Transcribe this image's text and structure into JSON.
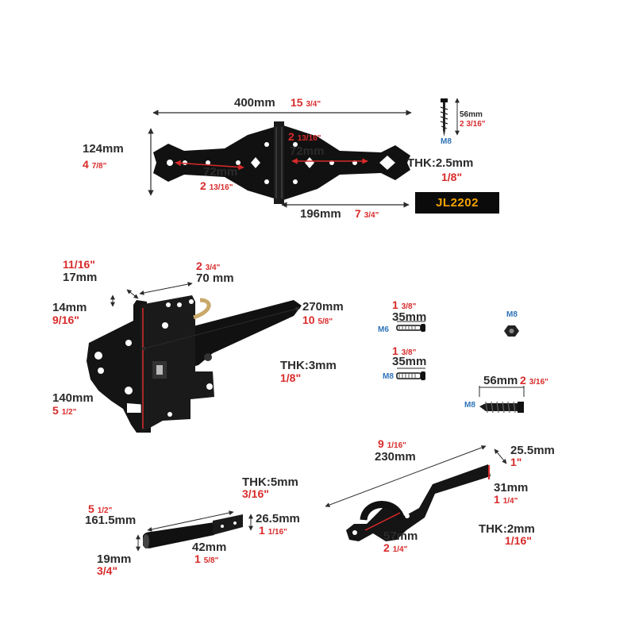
{
  "colors": {
    "dimension_black": "#2b2b2b",
    "dimension_red": "#d92b2b",
    "size_blue": "#2f73b8",
    "part_black": "#111111",
    "badge_text": "#f6a400"
  },
  "hinge": {
    "width_mm": "400mm",
    "width_in": "15",
    "width_in_frac": "3/4\"",
    "height_mm": "124mm",
    "height_in": "4",
    "height_in_frac": "7/8\"",
    "leaf_mm": "196mm",
    "leaf_in": "7",
    "leaf_in_frac": "3/4\"",
    "hole_right_in": "2",
    "hole_right_in_frac": "13/16\"",
    "hole_right_mm": "72mm",
    "hole_left_mm": "72mm",
    "hole_left_in": "2",
    "hole_left_in_frac": "13/16\"",
    "thickness_mm": "THK:2.5mm",
    "thickness_in": "1/8\"",
    "model_code": "JL2202"
  },
  "hinge_screw": {
    "length_mm": "56mm",
    "length_in": "2",
    "length_in_frac": "3/16\"",
    "size": "M8"
  },
  "latch": {
    "top_width_in": "11/16\"",
    "top_width_mm": "17mm",
    "bar_span_in": "2",
    "bar_span_in_frac": "3/4\"",
    "bar_span_mm": "70 mm",
    "bar_height_mm": "14mm",
    "bar_height_in": "9/16\"",
    "arm_length_mm": "270mm",
    "arm_length_in": "10",
    "arm_length_in_frac": "5/8\"",
    "plate_height_mm": "140mm",
    "plate_height_in": "5",
    "plate_height_in_frac": "1/2\"",
    "thickness_mm": "THK:3mm",
    "thickness_in": "1/8\""
  },
  "bolts": {
    "m6_bolt": {
      "length_in": "1",
      "length_in_frac": "3/8\"",
      "length_mm": "35mm",
      "size": "M6"
    },
    "m8_bolt": {
      "length_in": "1",
      "length_in_frac": "3/8\"",
      "length_mm": "35mm",
      "size": "M8"
    },
    "m8_nut": {
      "size": "M8"
    },
    "m8_screw": {
      "length_mm": "56mm",
      "length_in": "2",
      "length_in_frac": "3/16\"",
      "size": "M8"
    }
  },
  "handle": {
    "length_in": "9",
    "length_in_frac": "1/16\"",
    "length_mm": "230mm",
    "tip_width_mm": "25.5mm",
    "tip_width_in": "1\"",
    "tip_height_mm": "31mm",
    "tip_height_in": "1",
    "tip_height_in_frac": "1/4\"",
    "loop_mm": "57mm",
    "loop_in": "2",
    "loop_in_frac": "1/4\"",
    "thickness_mm": "THK:2mm",
    "thickness_in": "1/16\""
  },
  "drop_rod": {
    "length_in": "5",
    "length_in_frac": "1/2\"",
    "length_mm": "161.5mm",
    "thickness_mm": "THK:5mm",
    "thickness_in": "3/16\"",
    "tab_height_mm": "26.5mm",
    "tab_height_in": "1",
    "tab_height_in_frac": "1/16\"",
    "diameter_mm": "19mm",
    "diameter_in": "3/4\"",
    "tab_length_mm": "42mm",
    "tab_length_in": "1",
    "tab_length_in_frac": "5/8\""
  }
}
